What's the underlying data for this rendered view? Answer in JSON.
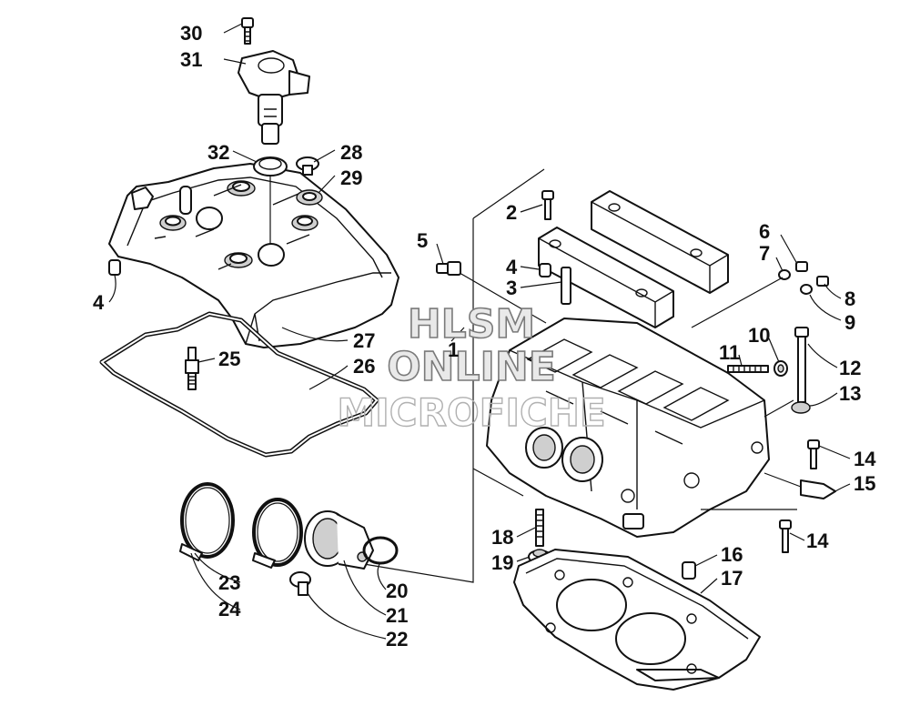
{
  "diagram": {
    "watermark": {
      "line1": "HLSM",
      "line2": "ONLINE",
      "line3": "MICROFICHE"
    },
    "callouts": [
      "30",
      "31",
      "32",
      "28",
      "29",
      "4",
      "27",
      "25",
      "26",
      "2",
      "5",
      "4",
      "3",
      "1",
      "6",
      "7",
      "8",
      "9",
      "10",
      "11",
      "12",
      "13",
      "14",
      "15",
      "14",
      "18",
      "19",
      "16",
      "17",
      "23",
      "24",
      "20",
      "21",
      "22"
    ]
  }
}
